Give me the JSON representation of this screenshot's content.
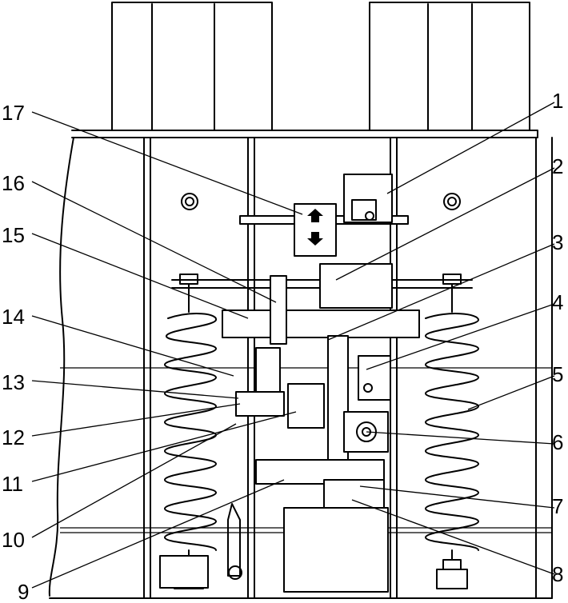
{
  "callouts": [
    {
      "label": "1"
    },
    {
      "label": "2"
    },
    {
      "label": "3"
    },
    {
      "label": "4"
    },
    {
      "label": "5"
    },
    {
      "label": "6"
    },
    {
      "label": "7"
    },
    {
      "label": "8"
    },
    {
      "label": "9"
    },
    {
      "label": "10"
    },
    {
      "label": "11"
    },
    {
      "label": "12"
    },
    {
      "label": "13"
    },
    {
      "label": "14"
    },
    {
      "label": "15"
    },
    {
      "label": "16"
    },
    {
      "label": "17"
    }
  ]
}
